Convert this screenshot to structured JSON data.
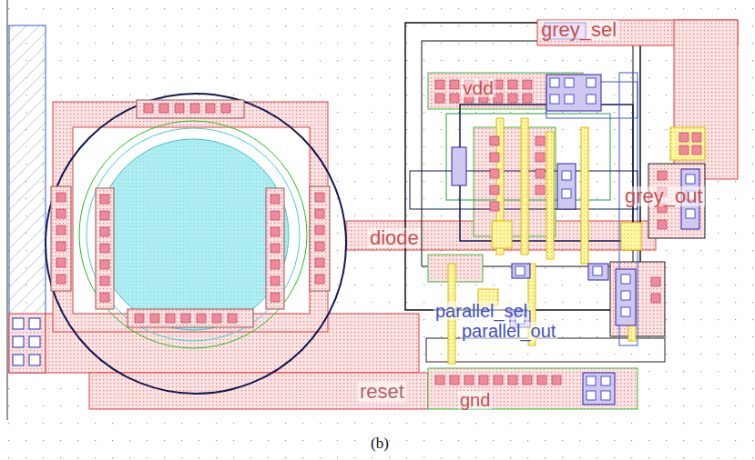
{
  "diagram": {
    "caption": "(b)",
    "labels": [
      "grey_sel",
      "vdd",
      "diode",
      "grey_out",
      "parallel_sel",
      "parallel_out",
      "reset",
      "gnd"
    ]
  }
}
